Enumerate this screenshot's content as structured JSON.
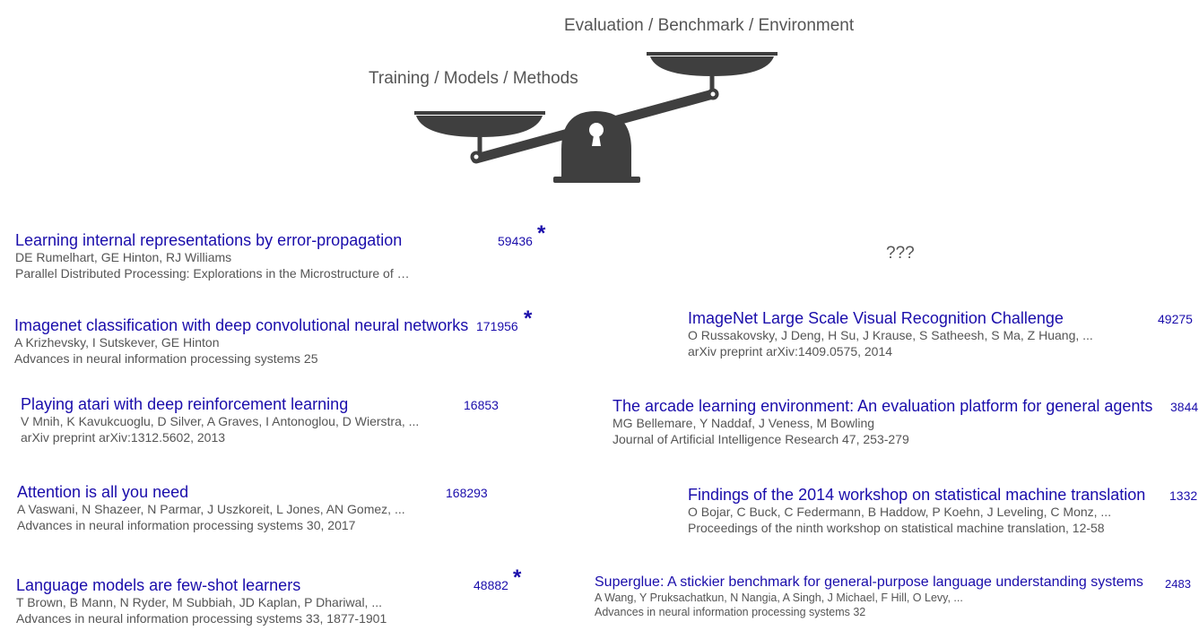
{
  "header": {
    "right_label": "Evaluation / Benchmark / Environment",
    "left_label": "Training / Models / Methods",
    "scale_icon": "balance-scale-icon"
  },
  "left_papers": [
    {
      "title": "Learning internal representations by error-propagation",
      "authors": "DE Rumelhart, GE Hinton, RJ Williams",
      "venue": "Parallel Distributed Processing: Explorations in the Microstructure of …",
      "citations": "59436",
      "star": "*"
    },
    {
      "title": "Imagenet classification with deep convolutional neural networks",
      "authors": "A Krizhevsky, I Sutskever, GE Hinton",
      "venue": "Advances in neural information processing systems 25",
      "citations": "171956",
      "star": "*"
    },
    {
      "title": "Playing atari with deep reinforcement learning",
      "authors": "V Mnih, K Kavukcuoglu, D Silver, A Graves, I Antonoglou, D Wierstra, ...",
      "venue": "arXiv preprint arXiv:1312.5602, 2013",
      "citations": "16853"
    },
    {
      "title": "Attention is all you need",
      "authors": "A Vaswani, N Shazeer, N Parmar, J Uszkoreit, L Jones, AN Gomez, ...",
      "venue": "Advances in neural information processing systems 30, 2017",
      "citations": "168293"
    },
    {
      "title": "Language models are few-shot learners",
      "authors": "T Brown, B Mann, N Ryder, M Subbiah, JD Kaplan, P Dhariwal, ...",
      "venue": "Advances in neural information processing systems 33, 1877-1901",
      "citations": "48882",
      "star": "*"
    }
  ],
  "right_placeholder": "???",
  "right_papers": [
    {
      "title": "ImageNet Large Scale Visual Recognition Challenge",
      "authors": "O Russakovsky, J Deng, H Su, J Krause, S Satheesh, S Ma, Z Huang, ...",
      "venue": "arXiv preprint arXiv:1409.0575, 2014",
      "citations": "49275"
    },
    {
      "title": "The arcade learning environment: An evaluation platform for general agents",
      "authors": "MG Bellemare, Y Naddaf, J Veness, M Bowling",
      "venue": "Journal of Artificial Intelligence Research 47, 253-279",
      "citations": "3844"
    },
    {
      "title": "Findings of the 2014 workshop on statistical machine translation",
      "authors": "O Bojar, C Buck, C Federmann, B Haddow, P Koehn, J Leveling, C Monz, ...",
      "venue": "Proceedings of the ninth workshop on statistical machine translation, 12-58",
      "citations": "1332"
    },
    {
      "title": "Superglue: A stickier benchmark for general-purpose language understanding systems",
      "authors": "A Wang, Y Pruksachatkun, N Nangia, A Singh, J Michael, F Hill, O Levy, ...",
      "venue": "Advances in neural information processing systems 32",
      "citations": "2483"
    }
  ],
  "colors": {
    "link": "#1a0dab",
    "text": "#555555",
    "scale": "#3f3f3f"
  }
}
